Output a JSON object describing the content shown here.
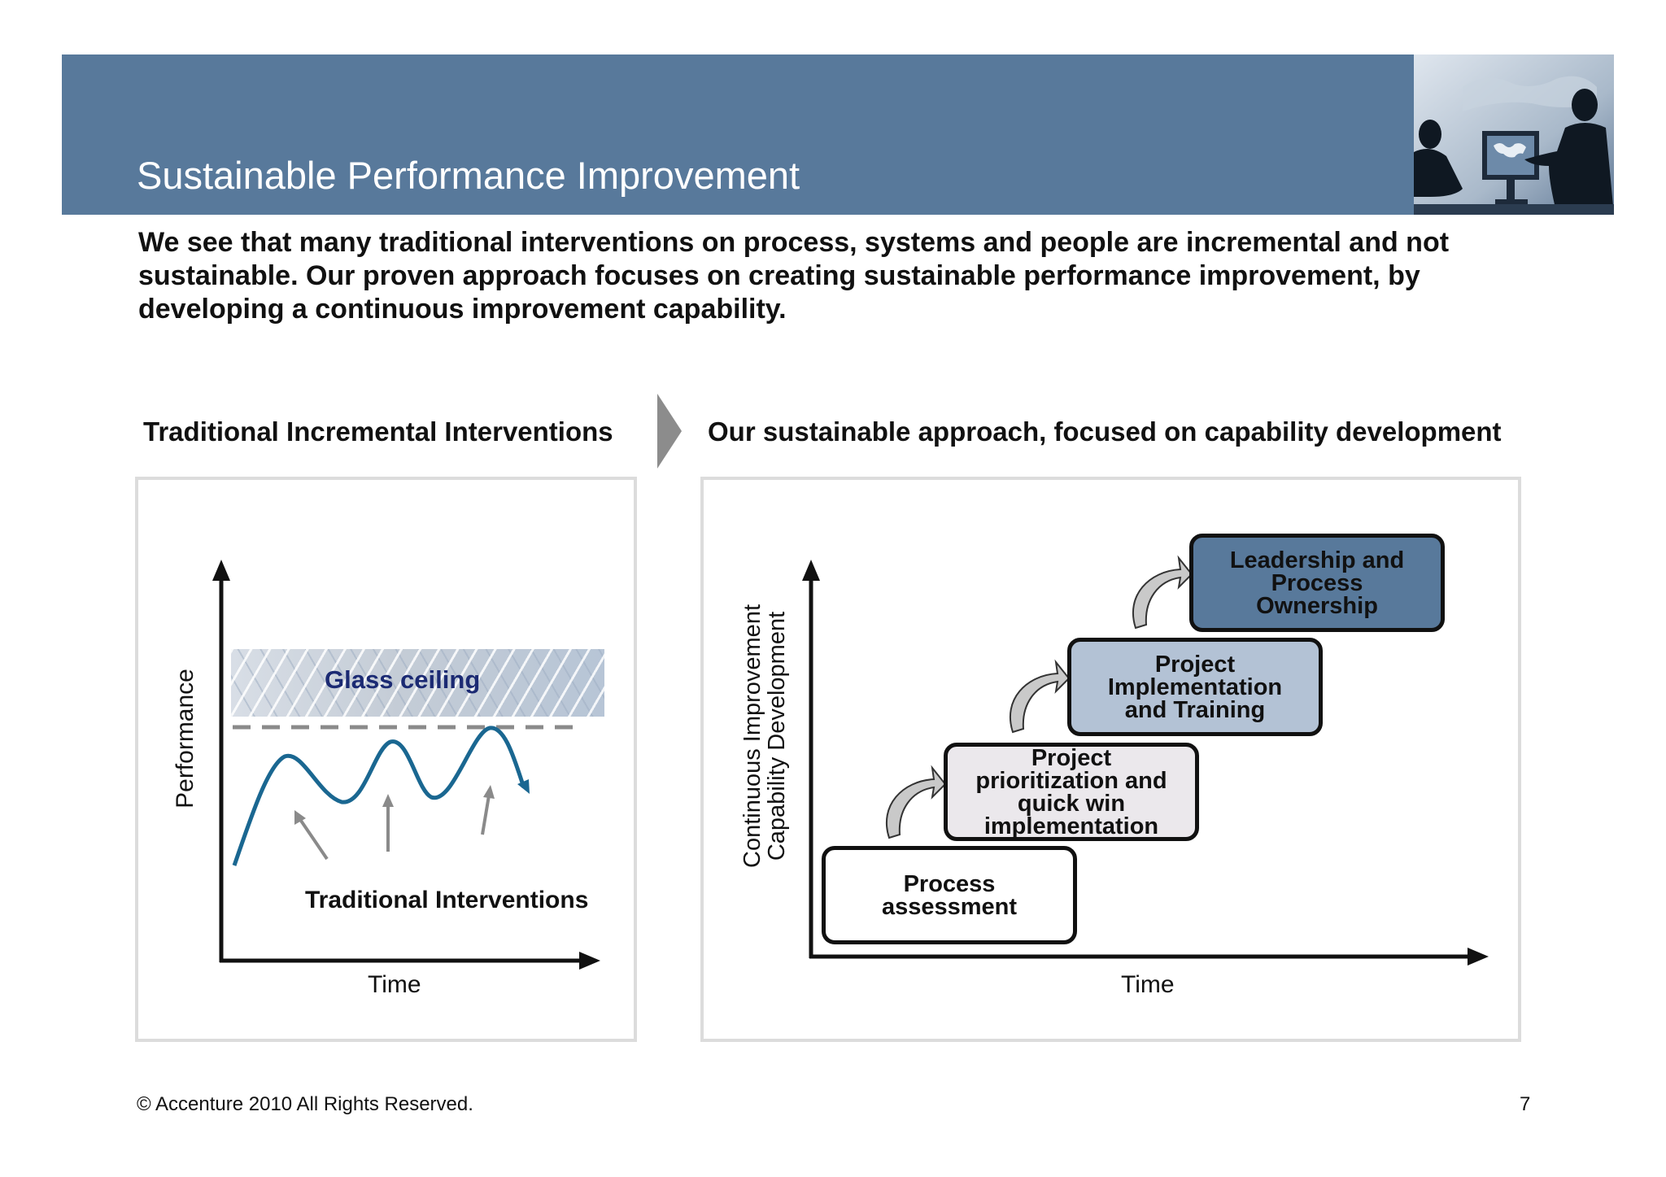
{
  "header": {
    "title": "Sustainable Performance Improvement"
  },
  "intro": {
    "text": "We see that many traditional interventions on process, systems and people are incremental and not sustainable. Our proven approach focuses on creating sustainable performance improvement, by developing a continuous improvement capability."
  },
  "left": {
    "heading": "Traditional Incremental Interventions",
    "y_axis_label": "Performance",
    "x_axis_label": "Time",
    "glass_ceiling_label": "Glass ceiling",
    "interventions_label": "Traditional Interventions"
  },
  "right": {
    "heading": "Our sustainable approach, focused on capability development",
    "y_axis_label_line1": "Continuous Improvement",
    "y_axis_label_line2": "Capability Development",
    "x_axis_label": "Time",
    "steps": [
      {
        "label": "Process assessment"
      },
      {
        "label": "Project prioritization and quick win implementation"
      },
      {
        "label": "Project Implementation and Training"
      },
      {
        "label": "Leadership and Process Ownership"
      }
    ]
  },
  "footer": {
    "copyright": "© Accenture 2010 All Rights Reserved.",
    "page_number": "7"
  },
  "colors": {
    "banner": "#58799b",
    "curve": "#1a6791",
    "step_1": "#ffffff",
    "step_2": "#ebe8ec",
    "step_3": "#b3c2d5",
    "step_4": "#58799b",
    "glass_label": "#1b2a73"
  }
}
